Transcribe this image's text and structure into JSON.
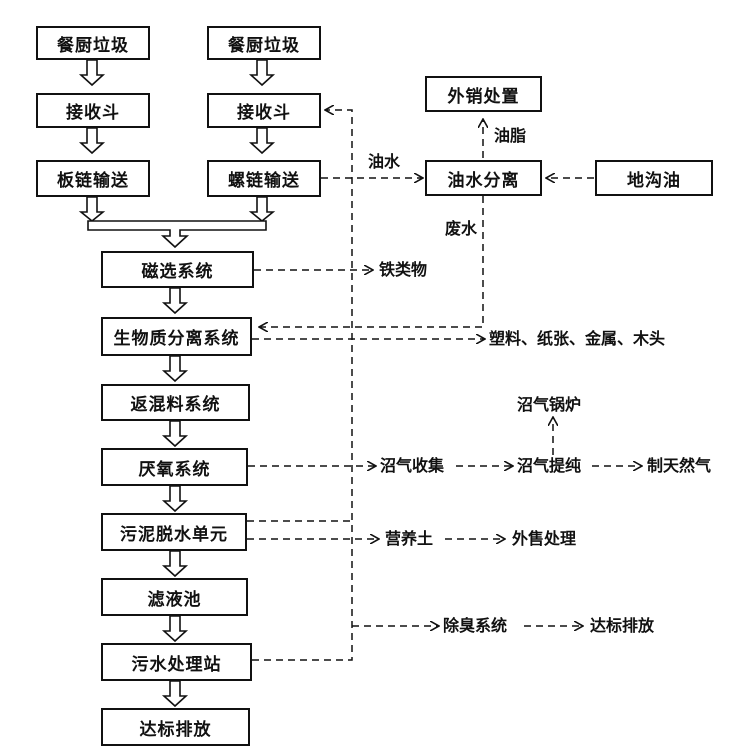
{
  "boxes": {
    "kitchen_waste_left": "餐厨垃圾",
    "kitchen_waste_right": "餐厨垃圾",
    "hopper_left": "接收斗",
    "hopper_right": "接收斗",
    "plate_chain_conveyor": "板链输送",
    "screw_conveyor": "螺链输送",
    "export_disposal": "外销处置",
    "oil_water_separation": "油水分离",
    "gutter_oil": "地沟油",
    "magnetic_separation": "磁选系统",
    "biomass_separation": "生物质分离系统",
    "return_mixing": "返混料系统",
    "anaerobic": "厌氧系统",
    "sludge_dewatering": "污泥脱水单元",
    "filtrate_tank": "滤液池",
    "sewage_plant": "污水处理站",
    "discharge_final": "达标排放"
  },
  "labels": {
    "oil_water": "油水",
    "grease": "油脂",
    "waste_water": "废水",
    "iron": "铁类物",
    "plastics_etc": "塑料、纸张、金属、木头",
    "biogas_boiler": "沼气锅炉",
    "biogas_collection": "沼气收集",
    "biogas_purification": "沼气提纯",
    "natural_gas": "制天然气",
    "nutrient_soil": "营养土",
    "external_sale": "外售处理",
    "deodorization": "除臭系统",
    "discharge_standard": "达标排放"
  }
}
